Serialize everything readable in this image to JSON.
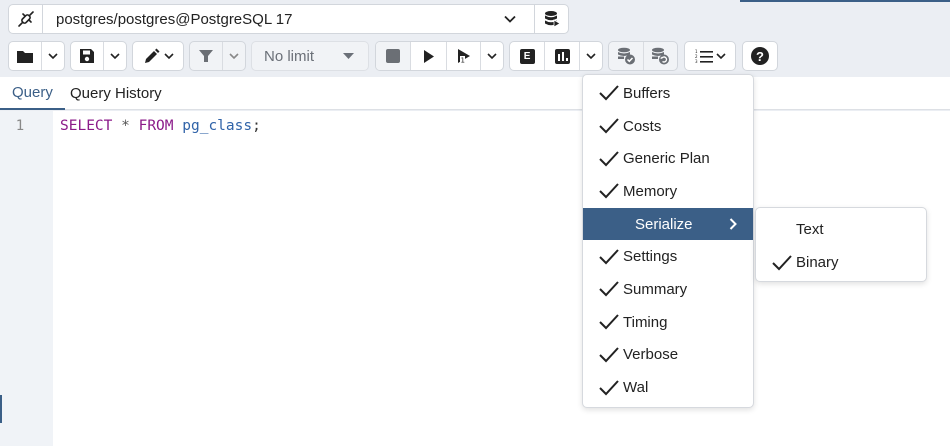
{
  "connection": {
    "label": "postgres/postgres@PostgreSQL 17",
    "icon": "connection-plug-icon",
    "db_icon": "database-execute-icon"
  },
  "toolbar": {
    "open_file": "folder-icon",
    "save": "save-disk-icon",
    "edit": "pencil-icon",
    "filter": "filter-icon",
    "limit_label": "No limit",
    "stop": "stop-icon",
    "execute": "play-icon",
    "execute_script": "execute-script-icon",
    "explain": "E",
    "explain_analyze": "bar-chart-icon",
    "commit": "database-commit-icon",
    "rollback": "database-rollback-icon",
    "macros": "numbered-list-icon",
    "help": "?"
  },
  "tabs": [
    {
      "label": "Query",
      "active": true
    },
    {
      "label": "Query History",
      "active": false
    }
  ],
  "editor": {
    "line_number": "1",
    "tokens": {
      "select": "SELECT",
      "star": "*",
      "from": "FROM",
      "table": "pg_class",
      "semicolon": ";"
    }
  },
  "explain_menu": {
    "items": [
      {
        "label": "Buffers",
        "checked": true
      },
      {
        "label": "Costs",
        "checked": true
      },
      {
        "label": "Generic Plan",
        "checked": true
      },
      {
        "label": "Memory",
        "checked": true
      },
      {
        "label": "Serialize",
        "checked": false,
        "submenu": true,
        "highlighted": true
      },
      {
        "label": "Settings",
        "checked": true
      },
      {
        "label": "Summary",
        "checked": true
      },
      {
        "label": "Timing",
        "checked": true
      },
      {
        "label": "Verbose",
        "checked": true
      },
      {
        "label": "Wal",
        "checked": true
      }
    ],
    "submenu_arrow": "›"
  },
  "serialize_submenu": {
    "items": [
      {
        "label": "Text",
        "checked": false
      },
      {
        "label": "Binary",
        "checked": true
      }
    ]
  },
  "colors": {
    "accent": "#3b5f87",
    "keyword": "#8b1a89",
    "identifier": "#3063a8"
  }
}
